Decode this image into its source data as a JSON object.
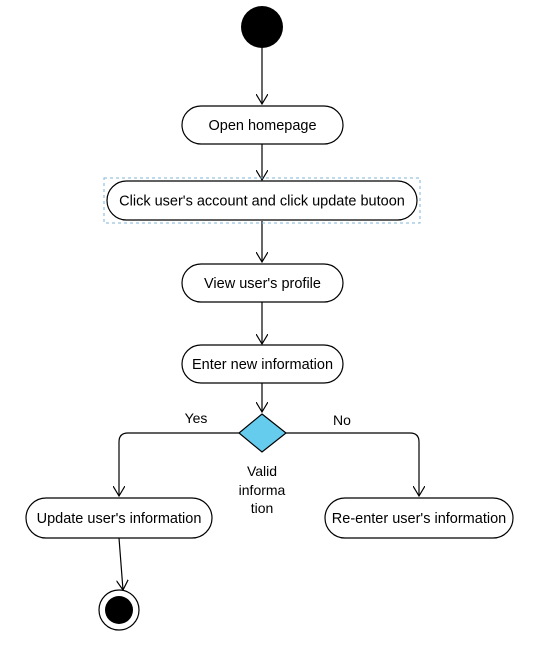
{
  "diagram": {
    "type": "activity",
    "nodes": {
      "open_homepage": "Open homepage",
      "click_account": "Click user's account and click update butoon",
      "view_profile": "View user's profile",
      "enter_info": "Enter new information",
      "update_info": "Update user's information",
      "reenter_info": "Re-enter user's information"
    },
    "decision": {
      "label_line1": "Valid",
      "label_line2": "informa",
      "label_line3": "tion",
      "yes_label": "Yes",
      "no_label": "No",
      "fill_color": "#66ccee"
    },
    "colors": {
      "stroke": "#000000",
      "node_fill": "#ffffff",
      "selection_dash": "#7fb6d9"
    }
  }
}
